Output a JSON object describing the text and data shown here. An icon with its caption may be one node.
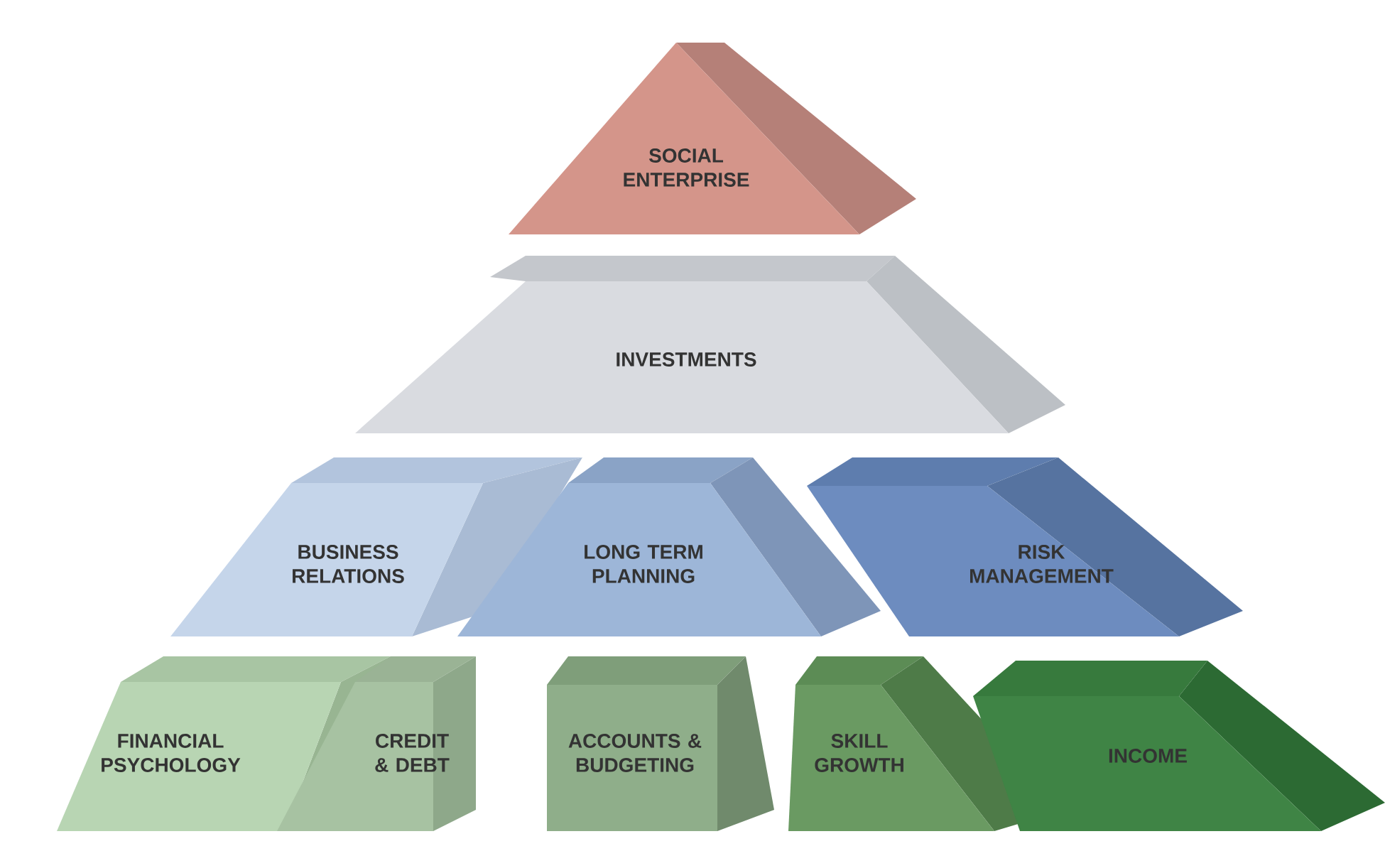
{
  "diagram": {
    "nodes": [
      {
        "text": [
          "SOCIAL ENTERPRISE"
        ]
      },
      {
        "text": [
          "INVESTMENTS"
        ]
      },
      {
        "text": [
          "BUSINESS RELATIONS"
        ]
      },
      {
        "text": [
          "LONG TERM PLANNING"
        ]
      },
      {
        "text": [
          "RISK MANAGEMENT"
        ]
      },
      {
        "text": [
          "FINANCIAL PSYCHOLOGY"
        ]
      },
      {
        "text": [
          "CREDIT & DEBT"
        ]
      },
      {
        "text": [
          "ACCOUNTS & BUDGETING"
        ]
      },
      {
        "text": [
          "SKILL GROWTH"
        ]
      },
      {
        "text": [
          "INCOME"
        ]
      }
    ]
  }
}
